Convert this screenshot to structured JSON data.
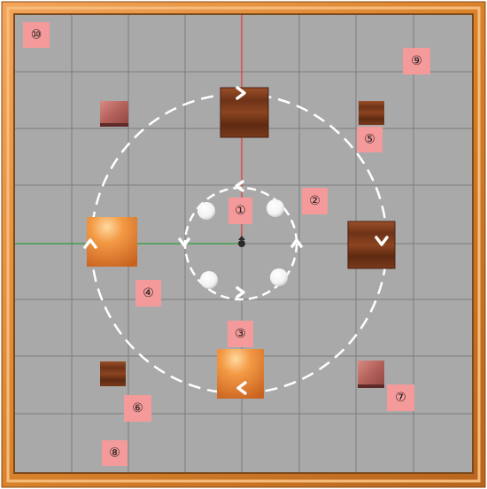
{
  "labels": [
    {
      "id": "1",
      "text": "①"
    },
    {
      "id": "2",
      "text": "②"
    },
    {
      "id": "3",
      "text": "③"
    },
    {
      "id": "4",
      "text": "④"
    },
    {
      "id": "5",
      "text": "⑤"
    },
    {
      "id": "6",
      "text": "⑥"
    },
    {
      "id": "7",
      "text": "⑦"
    },
    {
      "id": "8",
      "text": "⑧"
    },
    {
      "id": "9",
      "text": "⑨"
    },
    {
      "id": "10",
      "text": "⑩"
    }
  ],
  "colors": {
    "frame": "#d9822b",
    "floor": "#a9a9a9",
    "grid": "#7d7d7d",
    "label_bg": "#f59a9a",
    "path_line": "#ffffff",
    "axis_red": "#e04040",
    "axis_green": "#2f9a3a",
    "wood_dark": "#7a3a1c",
    "wood_light": "#e0873a",
    "pink_box": "#b9645e"
  },
  "icons": [
    "chevron-arrow-icon",
    "white-sphere",
    "robot-marker-icon"
  ]
}
